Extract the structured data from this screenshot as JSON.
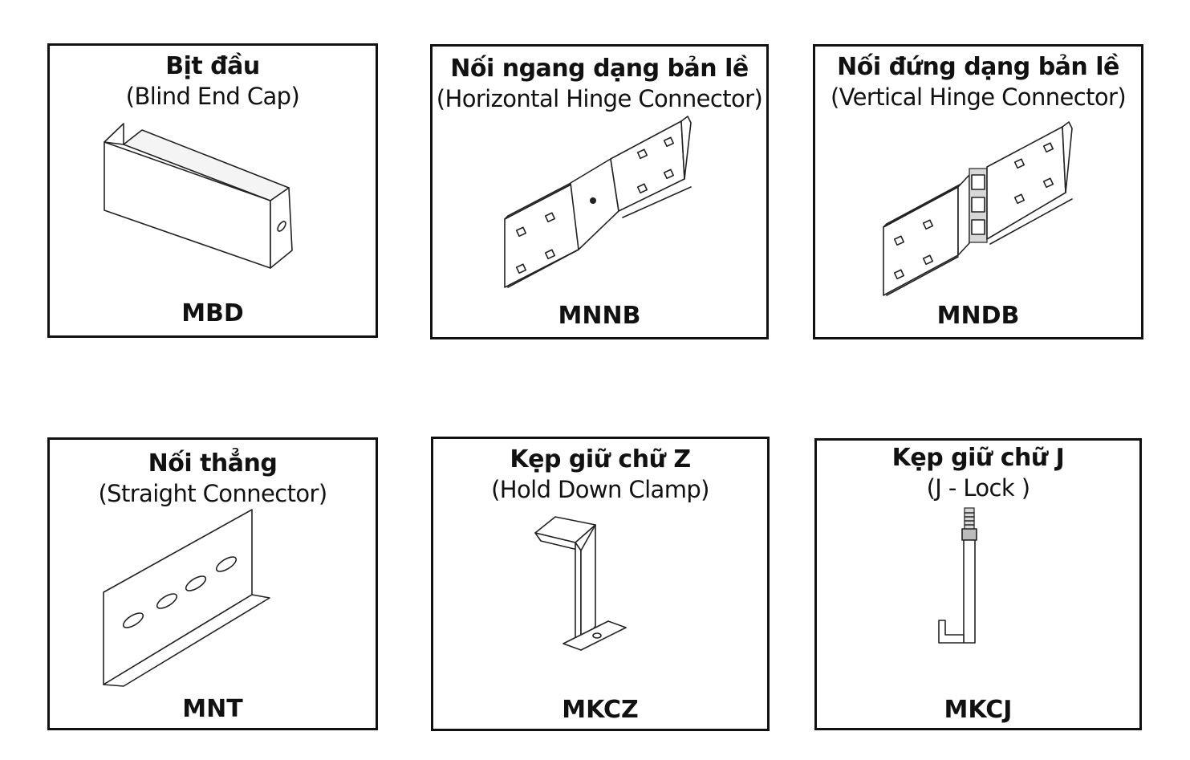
{
  "items": [
    {
      "title": "Bịt đầu",
      "subtitle": "(Blind End Cap)",
      "code": "MBD"
    },
    {
      "title": "Nối ngang dạng bản lề",
      "subtitle": "(Horizontal Hinge Connector)",
      "code": "MNNB"
    },
    {
      "title": "Nối đứng dạng bản lề",
      "subtitle": "(Vertical Hinge Connector)",
      "code": "MNDB"
    },
    {
      "title": "Nối thẳng",
      "subtitle": "(Straight Connector)",
      "code": "MNT"
    },
    {
      "title": "Kẹp giữ chữ Z",
      "subtitle": "(Hold Down Clamp)",
      "code": "MKCZ"
    },
    {
      "title": "Kẹp giữ chữ J",
      "subtitle": "(J - Lock )",
      "code": "MKCJ"
    }
  ]
}
